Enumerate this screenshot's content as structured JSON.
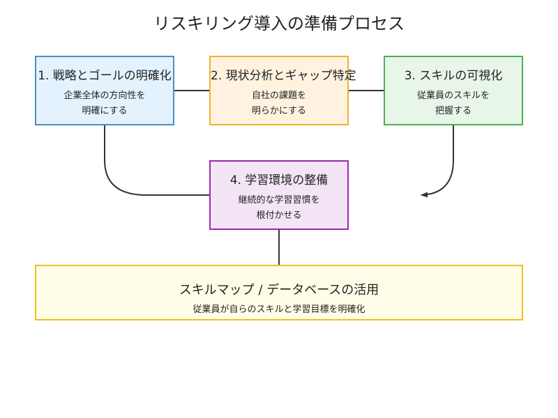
{
  "title": "リスキリング導入の準備プロセス",
  "steps": [
    {
      "heading": "1. 戦略とゴールの明確化",
      "desc": [
        "企業全体の方向性を",
        "明確にする"
      ],
      "fill": "#e3f2fd",
      "stroke": "#4a90c2"
    },
    {
      "heading": "2. 現状分析とギャップ特定",
      "desc": [
        "自社の課題を",
        "明らかにする"
      ],
      "fill": "#fff3e0",
      "stroke": "#f0b030"
    },
    {
      "heading": "3. スキルの可視化",
      "desc": [
        "従業員のスキルを",
        "把握する"
      ],
      "fill": "#e8f5e9",
      "stroke": "#4caf50"
    },
    {
      "heading": "4. 学習環境の整備",
      "desc": [
        "継続的な学習習慣を",
        "根付かせる"
      ],
      "fill": "#f3e5f5",
      "stroke": "#9c27b0"
    }
  ],
  "outcome": {
    "heading": "スキルマップ / データベースの活用",
    "desc": "従業員が自らのスキルと学習目標を明確化",
    "fill": "#fffde7",
    "stroke": "#f0c020"
  },
  "connector_color": "#333333"
}
